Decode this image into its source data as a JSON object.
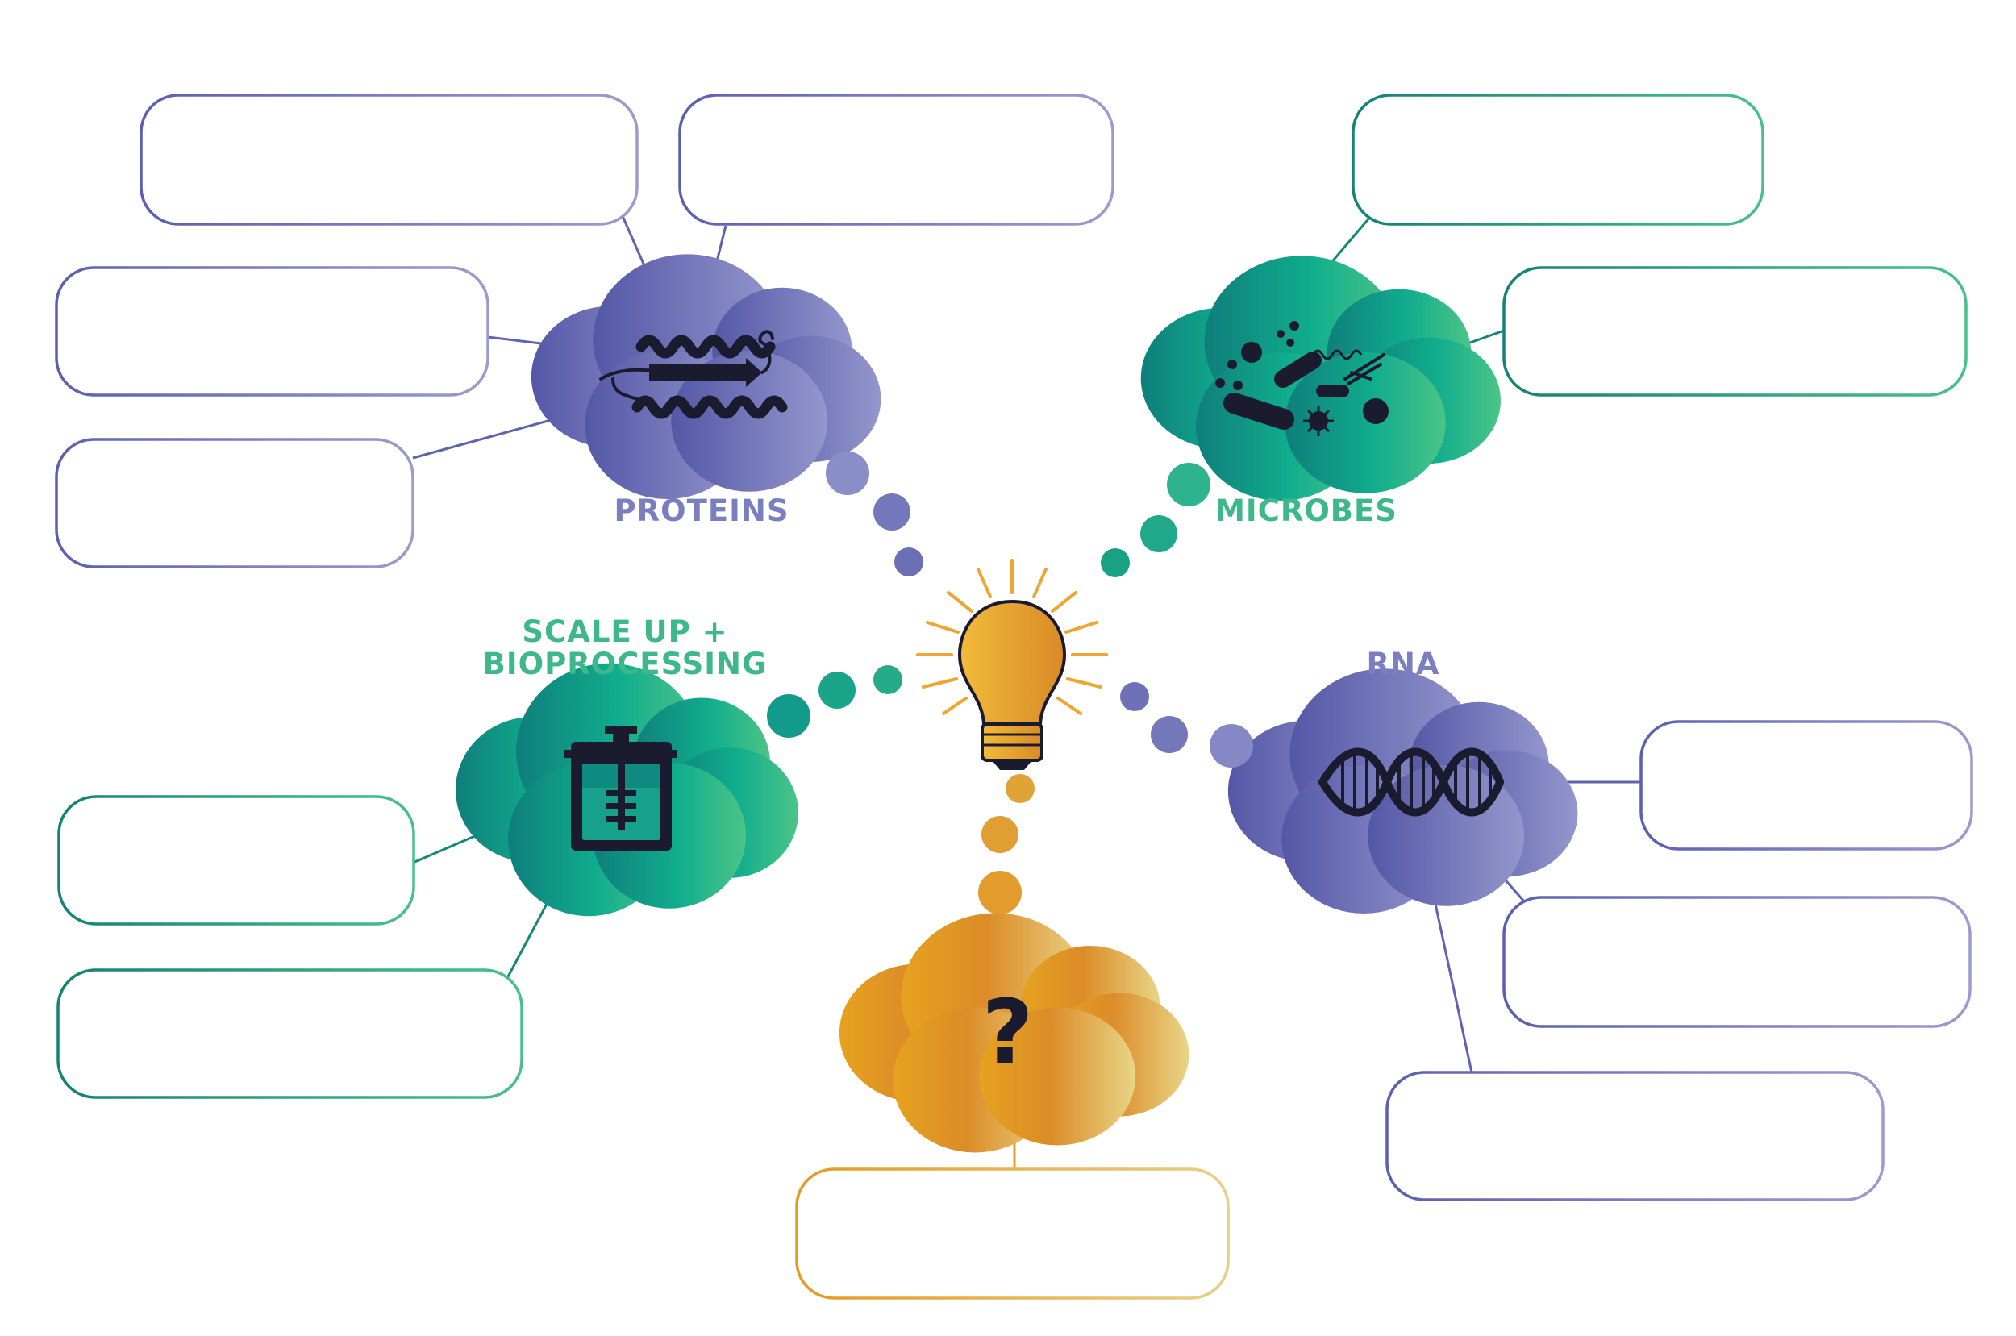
{
  "diagram": {
    "center_icon": "lightbulb-icon",
    "topics": [
      {
        "id": "proteins",
        "label": "PROTEINS",
        "icon": "protein-structure-icon",
        "color": "#7a7fc0"
      },
      {
        "id": "microbes",
        "label": "MICROBES",
        "icon": "microbes-icon",
        "color": "#3db88a"
      },
      {
        "id": "scale",
        "label_line1": "SCALE UP +",
        "label_line2": "BIOPROCESSING",
        "icon": "bioreactor-icon",
        "color": "#3db88a"
      },
      {
        "id": "rna",
        "label": "RNA",
        "icon": "dna-helix-icon",
        "color": "#7a7fc0"
      },
      {
        "id": "unknown",
        "label": "?",
        "icon": "question-mark-icon",
        "color": "#e0a030"
      }
    ],
    "colors": {
      "purple_dark": "#5457a6",
      "purple_light": "#9497cc",
      "teal_dark": "#0f7e7b",
      "teal_light": "#3dbf8a",
      "gold_dark": "#e39a1f",
      "gold_light": "#e8d083",
      "icon_dark": "#1b1b2f"
    }
  }
}
